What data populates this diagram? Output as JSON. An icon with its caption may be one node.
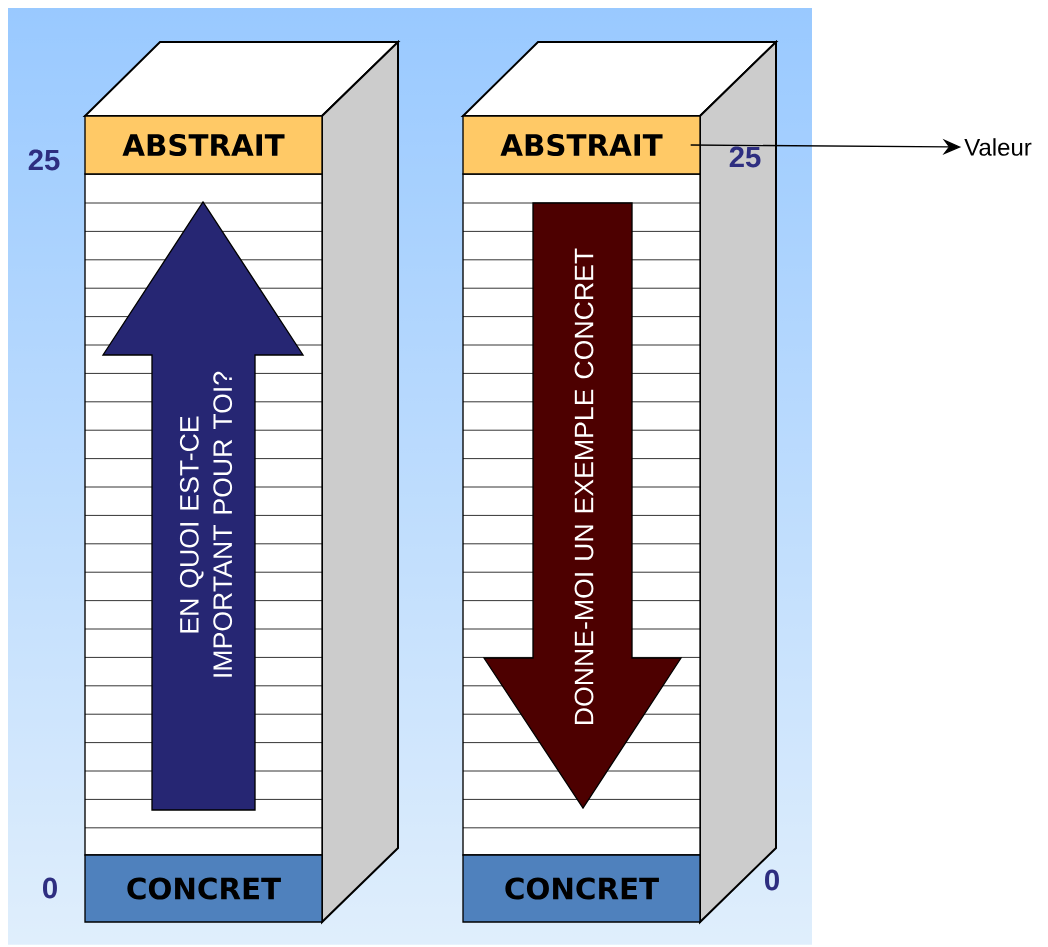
{
  "diagram": {
    "nodes": [
      {
        "text": [
          "ABSTRAIT"
        ]
      },
      {
        "text": [
          "CONCRET"
        ]
      },
      {
        "text": [
          "EN QUOI EST-CE IMPORTANT POUR TOI?"
        ]
      },
      {
        "text": [
          "ABSTRAIT"
        ]
      },
      {
        "text": [
          "CONCRET"
        ]
      },
      {
        "text": [
          "DONNE-MOI UN EXEMPLE CONCRET"
        ]
      },
      {
        "text": [
          "Valeur"
        ]
      }
    ],
    "edges": [
      {
        "from": 3,
        "to": 6,
        "arrow": "to"
      }
    ],
    "labels": [
      "25",
      "0",
      "25",
      "0"
    ]
  }
}
